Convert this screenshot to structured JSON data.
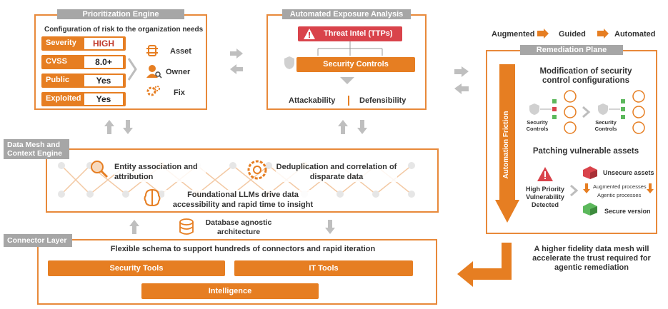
{
  "legend": {
    "augmented": "Augmented",
    "guided": "Guided",
    "automated": "Automated"
  },
  "prioritization": {
    "tab": "Prioritization Engine",
    "subtitle": "Configuration of risk to the organization needs",
    "rows": [
      {
        "label": "Severity",
        "value": "HIGH",
        "value_color": "#c0392b"
      },
      {
        "label": "CVSS",
        "value": "8.0+",
        "value_color": "#222222"
      },
      {
        "label": "Public",
        "value": "Yes",
        "value_color": "#222222"
      },
      {
        "label": "Exploited",
        "value": "Yes",
        "value_color": "#222222"
      }
    ],
    "items": [
      "Asset",
      "Owner",
      "Fix"
    ]
  },
  "exposure": {
    "tab": "Automated Exposure Analysis",
    "threat": "Threat Intel (TTPs)",
    "controls": "Security Controls",
    "attackability": "Attackability",
    "defensibility": "Defensibility"
  },
  "remediation": {
    "tab": "Remediation Plane",
    "modification": "Modification of security control configurations",
    "sec_controls_1": "Security Controls",
    "sec_controls_2": "Security Controls",
    "patching": "Patching vulnerable assets",
    "friction": "Automation Friction",
    "high_priority": "High Priority Vulnerability Detected",
    "unsecure": "Unsecure assets",
    "augmented_proc": "Augmented processes",
    "agentic_proc": "Agentic processes",
    "secure": "Secure version"
  },
  "datamesh": {
    "tab": "Data Mesh and Context Engine",
    "entity": "Entity association and attribution",
    "dedup": "Deduplication and correlation of disparate data",
    "llm": "Foundational LLMs drive data accessibility and rapid time to insight",
    "database": "Database agnostic architecture"
  },
  "connector": {
    "tab": "Connector Layer",
    "flexible": "Flexible schema to support hundreds of connectors and rapid iteration",
    "security_tools": "Security Tools",
    "it_tools": "IT Tools",
    "intelligence": "Intelligence"
  },
  "callout": "A higher fidelity data mesh will accelerate the trust required for agentic remediation",
  "colors": {
    "orange": "#e67e22",
    "gray": "#a6a6a6",
    "red": "#d9434b",
    "green": "#5cb85c"
  }
}
